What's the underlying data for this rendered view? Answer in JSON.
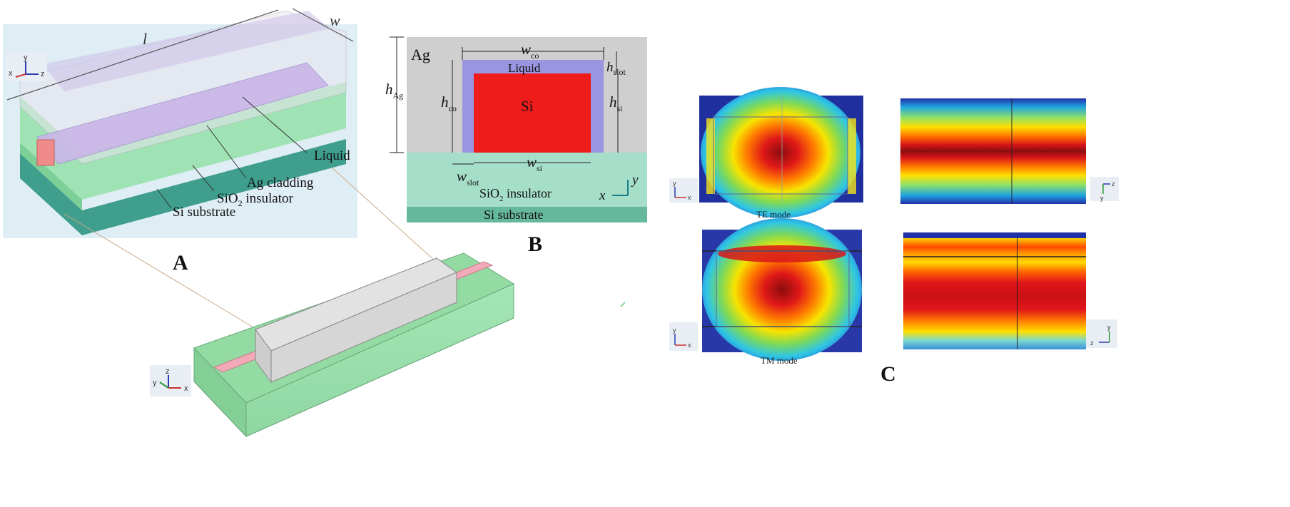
{
  "panel_a": {
    "label": "A",
    "dim_length": "l",
    "dim_width": "w",
    "callouts": {
      "liquid": "Liquid",
      "ag_cladding": "Ag cladding",
      "sio2_insulator_pre": "SiO",
      "sio2_insulator_sub": "2",
      "sio2_insulator_post": " insulator",
      "si_substrate": "Si substrate"
    },
    "axes": {
      "a": "x",
      "b": "y",
      "c": "z"
    },
    "colors": {
      "sio2": "#9be0b0",
      "substrate": "#3f9e8c",
      "core": "#c9b6e8",
      "si": "#f08b8b"
    }
  },
  "panel_b": {
    "label": "B",
    "ag_label": "Ag",
    "liquid_label": "Liquid",
    "si_label": "Si",
    "sio2_pre": "SiO",
    "sio2_sub": "2",
    "sio2_post": " insulator",
    "substrate_label": "Si substrate",
    "dims": {
      "h_ag": "h",
      "h_ag_sub": "Ag",
      "w_co": "w",
      "w_co_sub": "co",
      "h_slot": "h",
      "h_slot_sub": "slot",
      "h_co": "h",
      "h_co_sub": "co",
      "h_si": "h",
      "h_si_sub": "si",
      "w_slot": "w",
      "w_slot_sub": "slot",
      "w_si": "w",
      "w_si_sub": "si"
    },
    "axes": {
      "x": "x",
      "y": "y"
    },
    "colors": {
      "ag": "#cfcfcf",
      "liquid": "#9a95e0",
      "si": "#ef1c1c",
      "sio2": "#a6dfc9",
      "substrate": "#66b89c"
    }
  },
  "panel_c": {
    "label": "C",
    "te_caption": "TE mode",
    "tm_caption": "TM mode",
    "axes_front": {
      "a": "y",
      "b": "x"
    },
    "axes_side": {
      "a": "z",
      "b": "y"
    }
  },
  "main_device": {
    "axes": {
      "a": "z",
      "b": "y",
      "c": "x"
    },
    "colors": {
      "sio2": "#93dba2",
      "substrate": "#3f9488",
      "cladding": "#d2d2d2",
      "waveguide": "#f2aab9"
    }
  }
}
